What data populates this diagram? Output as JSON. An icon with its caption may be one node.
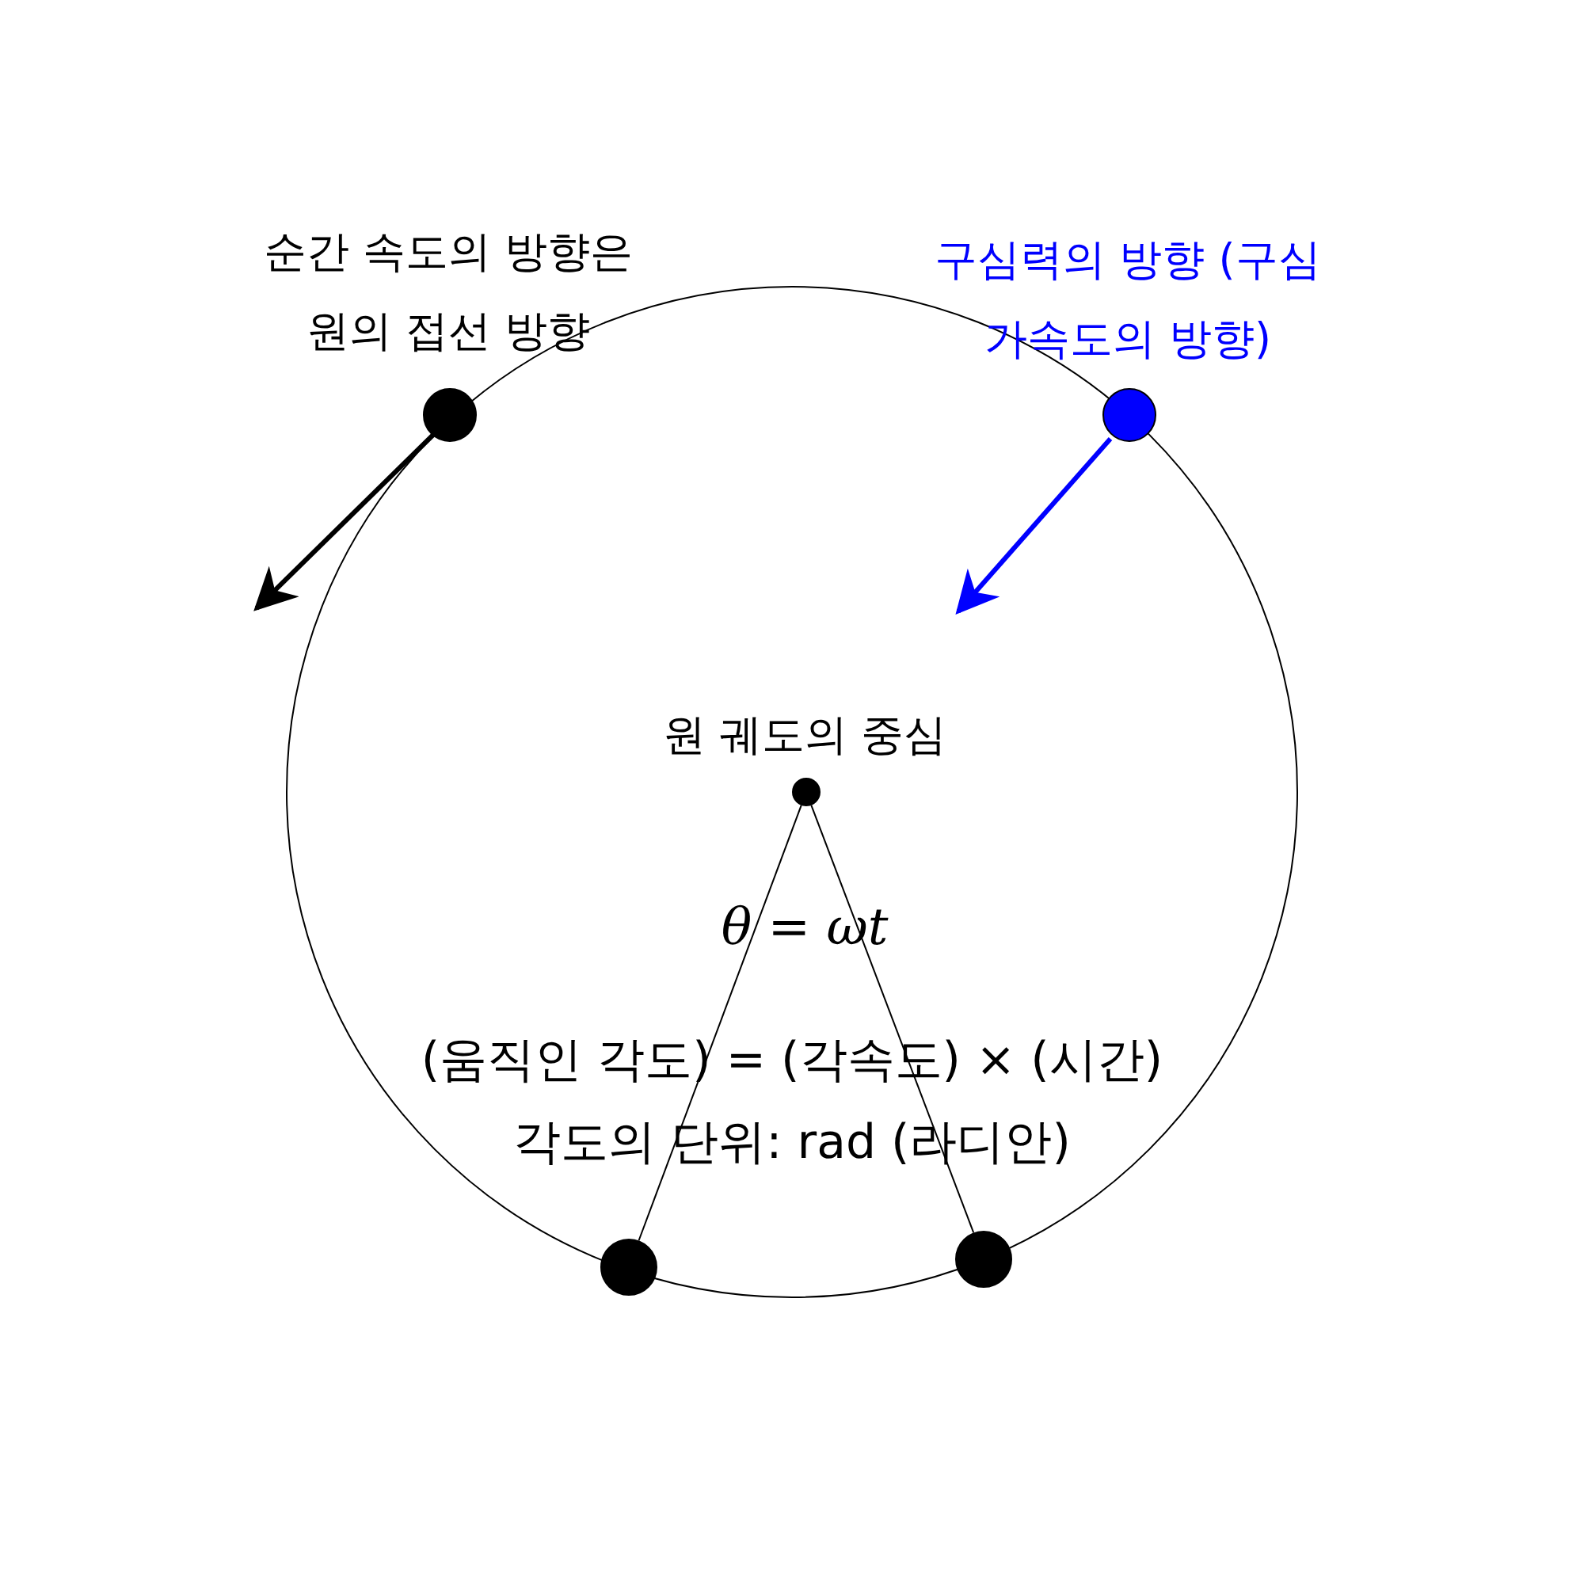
{
  "diagram": {
    "nodes": [
      {
        "text": [],
        "shape": "circle",
        "beside": [
          "순간 속도의 방향은 원의 접선 방향"
        ]
      },
      {
        "text": [],
        "shape": "circle",
        "beside": [
          "구심력의 방향 (구심 가속도의 방향)"
        ]
      },
      {
        "text": [],
        "shape": "circle",
        "beside": [
          "원 궤도의 중심"
        ]
      },
      {
        "text": [],
        "shape": "circle"
      },
      {
        "text": [],
        "shape": "circle"
      }
    ],
    "edges": [
      {
        "from": 2,
        "to": 3,
        "arrow": "none"
      },
      {
        "from": 2,
        "to": 4,
        "arrow": "none"
      }
    ],
    "labels": [
      "θ = ωt",
      "(움직인 각도) = (각속도) × (시간)",
      "각도의 단위: rad (라디안)"
    ]
  }
}
